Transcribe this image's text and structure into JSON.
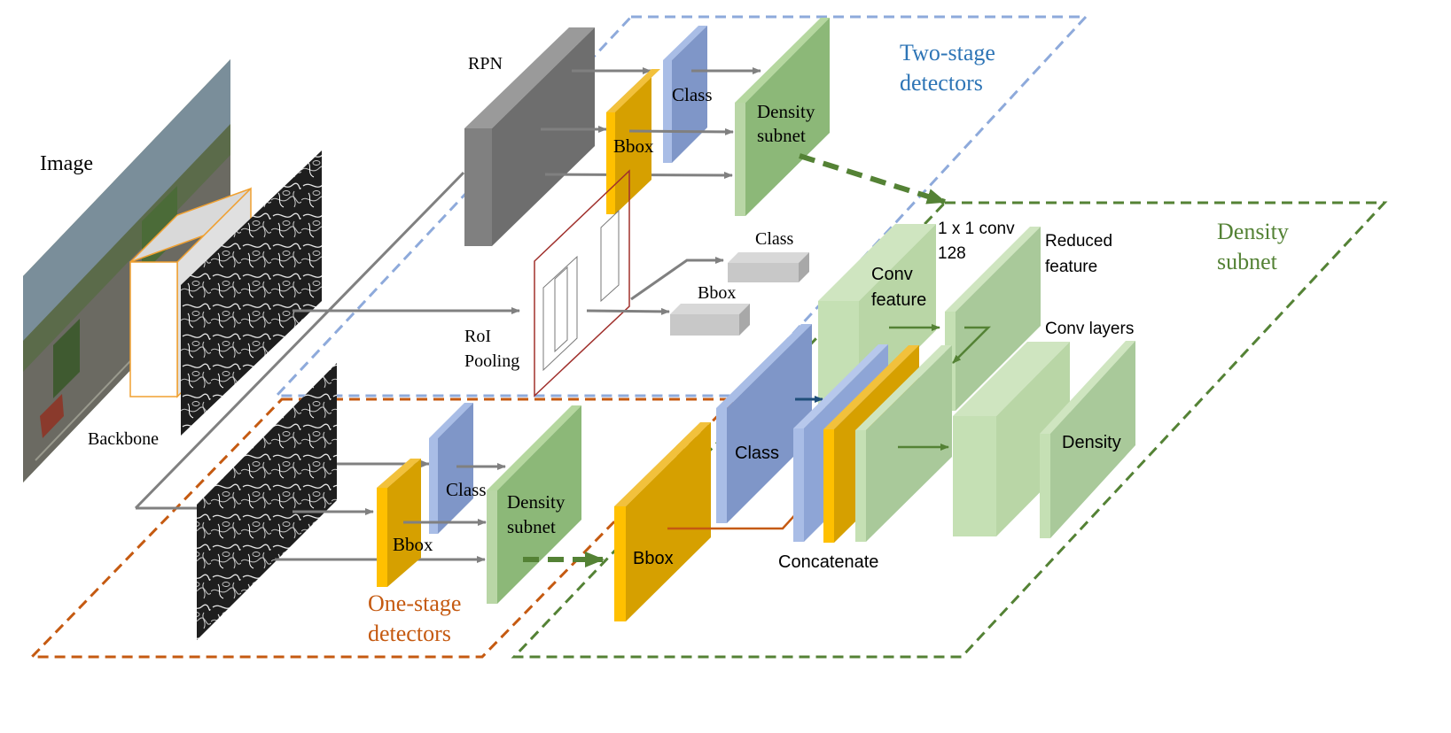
{
  "labels": {
    "image": "Image",
    "backbone": "Backbone",
    "rpn": "RPN",
    "roi_pooling_line1": "RoI",
    "roi_pooling_line2": "Pooling",
    "two_stage_class": "Class",
    "two_stage_bbox": "Bbox",
    "two_stage_density_line1": "Density",
    "two_stage_density_line2": "subnet",
    "roi_class": "Class",
    "roi_bbox": "Bbox",
    "two_stage_title_line1": "Two-stage",
    "two_stage_title_line2": "detectors",
    "one_stage_class": "Class",
    "one_stage_bbox": "Bbox",
    "one_stage_density_line1": "Density",
    "one_stage_density_line2": "subnet",
    "one_stage_title_line1": "One-stage",
    "one_stage_title_line2": "detectors",
    "density_title_line1": "Density",
    "density_title_line2": "subnet",
    "conv_feature_line1": "Conv",
    "conv_feature_line2": "feature",
    "conv1x1_line1": "1 x 1 conv",
    "conv1x1_line2": "128",
    "reduced_feature_line1": "Reduced",
    "reduced_feature_line2": "feature",
    "conv_layers": "Conv layers",
    "density_class": "Class",
    "density_bbox": "Bbox",
    "concatenate": "Concatenate",
    "density_output": "Density"
  },
  "colors": {
    "two_stage": "#8eaadb",
    "one_stage": "#c55a11",
    "density": "#548235",
    "class_block": "#7f96c8",
    "bbox_block": "#d6a000",
    "density_block": "#8cb878",
    "light_green": "#b9d6a6",
    "gray_block": "#6e6e6e",
    "arrow_gray": "#808080"
  },
  "icons": {
    "image": "street-scene-photo",
    "feature_maps": "edge-feature-map"
  }
}
